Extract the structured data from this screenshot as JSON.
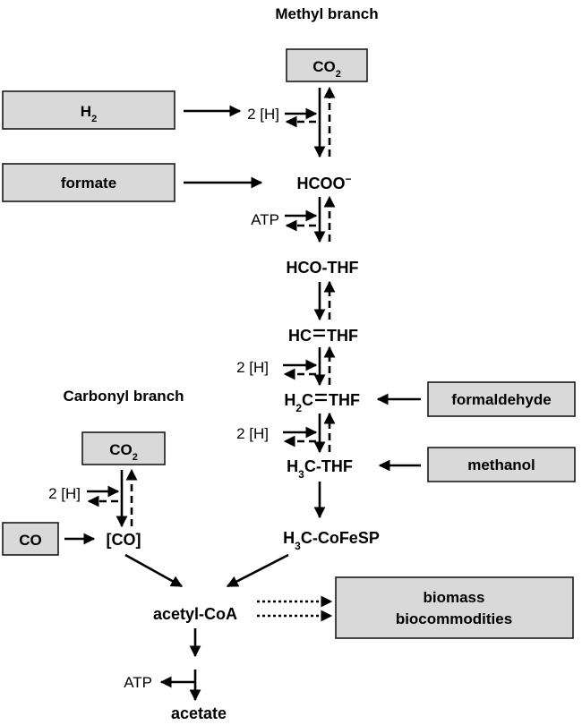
{
  "branches": {
    "methyl_title": "Methyl branch",
    "carbonyl_title": "Carbonyl branch"
  },
  "boxes": {
    "co2_methyl": "CO",
    "co2_methyl_sub": "2",
    "h2": "H",
    "h2_sub": "2",
    "formate": "formate",
    "formaldehyde": "formaldehyde",
    "methanol": "methanol",
    "co2_carbonyl": "CO",
    "co2_carbonyl_sub": "2",
    "co": "CO",
    "biomass_line1": "biomass",
    "biomass_line2": "biocommodities"
  },
  "nodes": {
    "hcoo": "HCOO",
    "hcoo_charge": "−",
    "hco_thf": "HCO-THF",
    "hc_thf_left": "HC",
    "hc_thf_right": "THF",
    "h2c_thf_left": "H",
    "h2c_thf_sub": "2",
    "h2c_thf_mid": "C",
    "h2c_thf_right": "THF",
    "h3c_thf_left": "H",
    "h3c_thf_sub": "3",
    "h3c_thf_right": "C-THF",
    "h3c_cofesp_left": "H",
    "h3c_cofesp_sub": "3",
    "h3c_cofesp_right": "C-CoFeSP",
    "co_bracket": "[CO]",
    "acetyl_coa": "acetyl-CoA",
    "acetate": "acetate"
  },
  "cofactors": {
    "h_methyl_1": "2 [H]",
    "atp_methyl": "ATP",
    "h_methyl_2": "2 [H]",
    "h_methyl_3": "2 [H]",
    "h_carbonyl": "2 [H]",
    "atp_acetate": "ATP"
  }
}
